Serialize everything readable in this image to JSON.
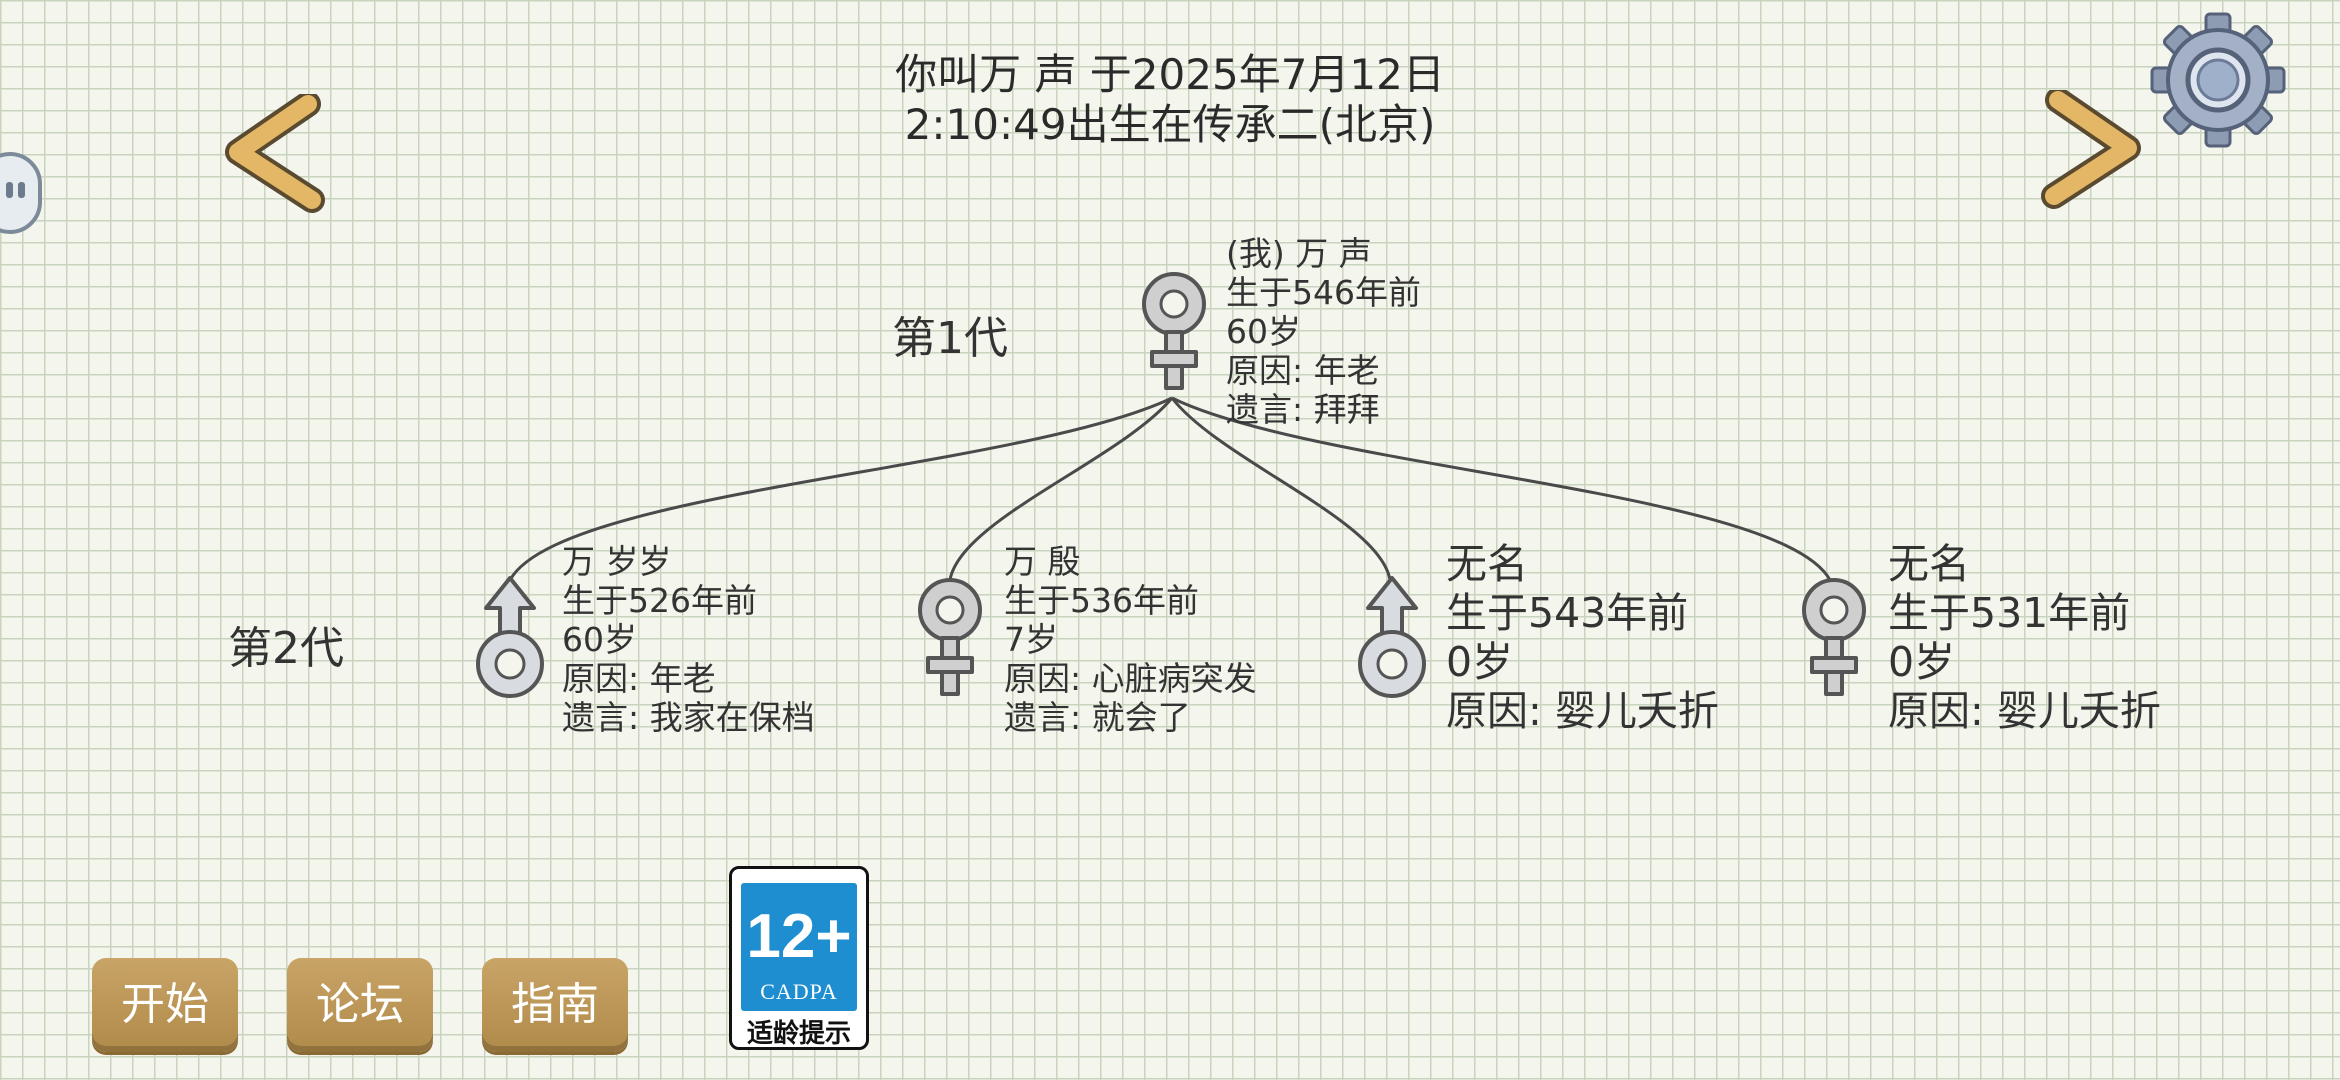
{
  "header": {
    "line1": "你叫万 声 于2025年7月12日",
    "line2": "2:10:49出生在传承二(北京)"
  },
  "icons": {
    "prev": "chevron-left-icon",
    "next": "chevron-right-icon",
    "settings": "gear-icon",
    "side": "side-menu-tab-icon",
    "female": "female-symbol-icon",
    "male": "male-symbol-icon"
  },
  "generations": {
    "gen1": "第1代",
    "gen2": "第2代"
  },
  "tree": {
    "root": {
      "sex": "female",
      "lines": [
        "(我) 万 声",
        "生于546年前",
        "60岁",
        "原因:  年老",
        "遗言:  拜拜"
      ]
    },
    "children": [
      {
        "sex": "male",
        "lines": [
          "万 岁岁",
          "生于526年前",
          "60岁",
          "原因:  年老",
          "遗言:  我家在保档"
        ]
      },
      {
        "sex": "female",
        "lines": [
          "万 殷",
          "生于536年前",
          "7岁",
          "原因:  心脏病突发",
          "遗言:  就会了"
        ]
      },
      {
        "sex": "male",
        "lines": [
          "无名",
          "生于543年前",
          "0岁",
          "原因:  婴儿夭折"
        ]
      },
      {
        "sex": "female",
        "lines": [
          "无名",
          "生于531年前",
          "0岁",
          "原因:  婴儿夭折"
        ]
      }
    ]
  },
  "buttons": {
    "start": "开始",
    "forum": "论坛",
    "guide": "指南"
  },
  "rating": {
    "age": "12+",
    "org": "CADPA",
    "hint": "适龄提示"
  },
  "colors": {
    "button": "#b8944f",
    "arrow": "#e0b25a",
    "rating_blue": "#1e8ed0"
  }
}
